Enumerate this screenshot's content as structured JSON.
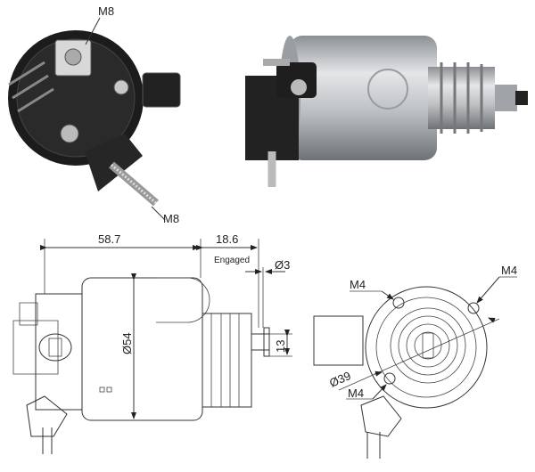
{
  "photo_end_view": {
    "thread_label": "M8",
    "stud_label": "M8"
  },
  "side_drawing": {
    "length_label": "58.7",
    "travel_label": "18.6",
    "travel_note": "Engaged",
    "plunger_diameter_label": "Ø3",
    "body_diameter_label": "Ø54",
    "plunger_offset_label": "13"
  },
  "end_drawing": {
    "hole_top_left_label": "M4",
    "hole_top_right_label": "M4",
    "hole_bottom_label": "M4",
    "bolt_circle_label": "Ø39"
  },
  "colors": {
    "photo_black": "#1a1a1a",
    "photo_silver": "#b9bcbf",
    "line": "#333333"
  }
}
